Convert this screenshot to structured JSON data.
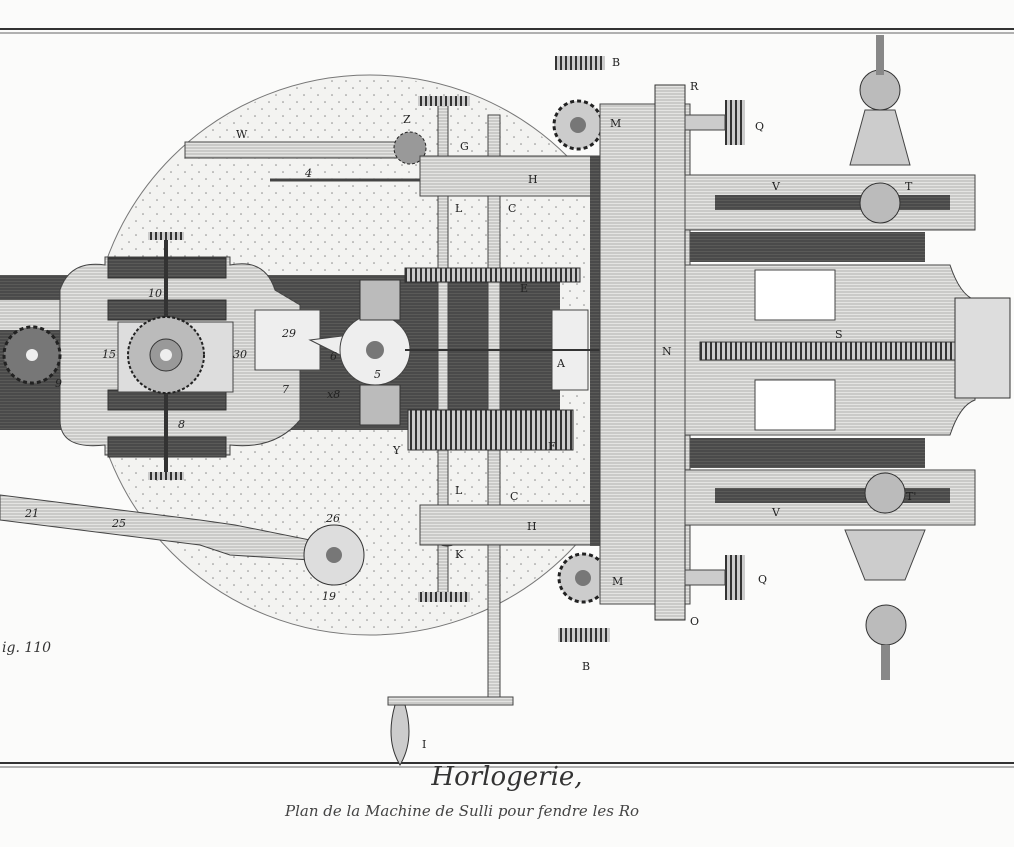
{
  "caption": {
    "title": "Horlogerie,",
    "subtitle": "Plan de la Machine de Sulli pour fendre les Ro",
    "figure": "ig. 110"
  },
  "labels": {
    "B1": "B",
    "B2": "B",
    "M1": "M",
    "M2": "M",
    "R": "R",
    "Q1": "Q",
    "Q2": "Q",
    "V1": "V",
    "V2": "V",
    "T1": "T",
    "T2": "T'",
    "W": "W",
    "Z": "Z",
    "G": "G",
    "H1": "H",
    "H2": "H",
    "C1": "C",
    "C2": "C",
    "L1": "L",
    "L2": "L",
    "E": "E",
    "S": "S",
    "N": "N",
    "A": "A",
    "F": "F",
    "Y": "Y",
    "K": "K",
    "O": "O",
    "I": "I"
  },
  "numbers": {
    "n4": "4",
    "n5": "5",
    "n6": "6",
    "n7": "7",
    "n8": "8",
    "n9": "9",
    "n10": "10",
    "n15": "15",
    "n19": "19",
    "n21": "21",
    "n25": "25",
    "n26": "26",
    "n28": "x8",
    "n29": "29",
    "n30": "30"
  }
}
